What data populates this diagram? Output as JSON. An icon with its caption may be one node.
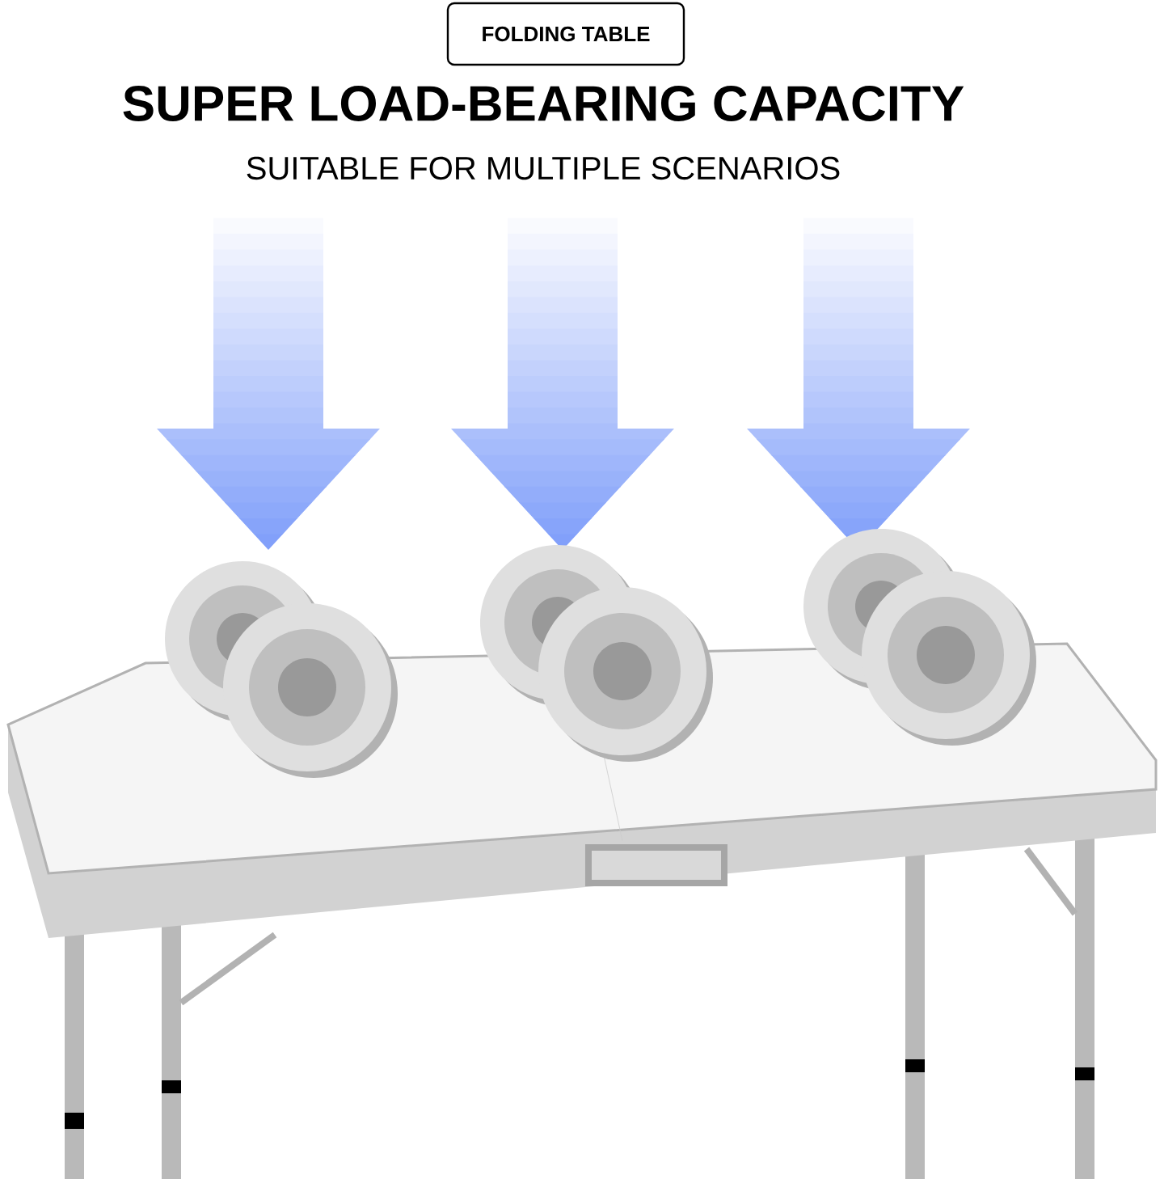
{
  "diagram": {
    "title": "SUPER LOAD-BEARING CAPACITY",
    "nodes": [
      {
        "text": [
          "FOLDING TABLE"
        ]
      }
    ],
    "labels": [
      "SUITABLE FOR MULTIPLE SCENARIOS"
    ]
  }
}
